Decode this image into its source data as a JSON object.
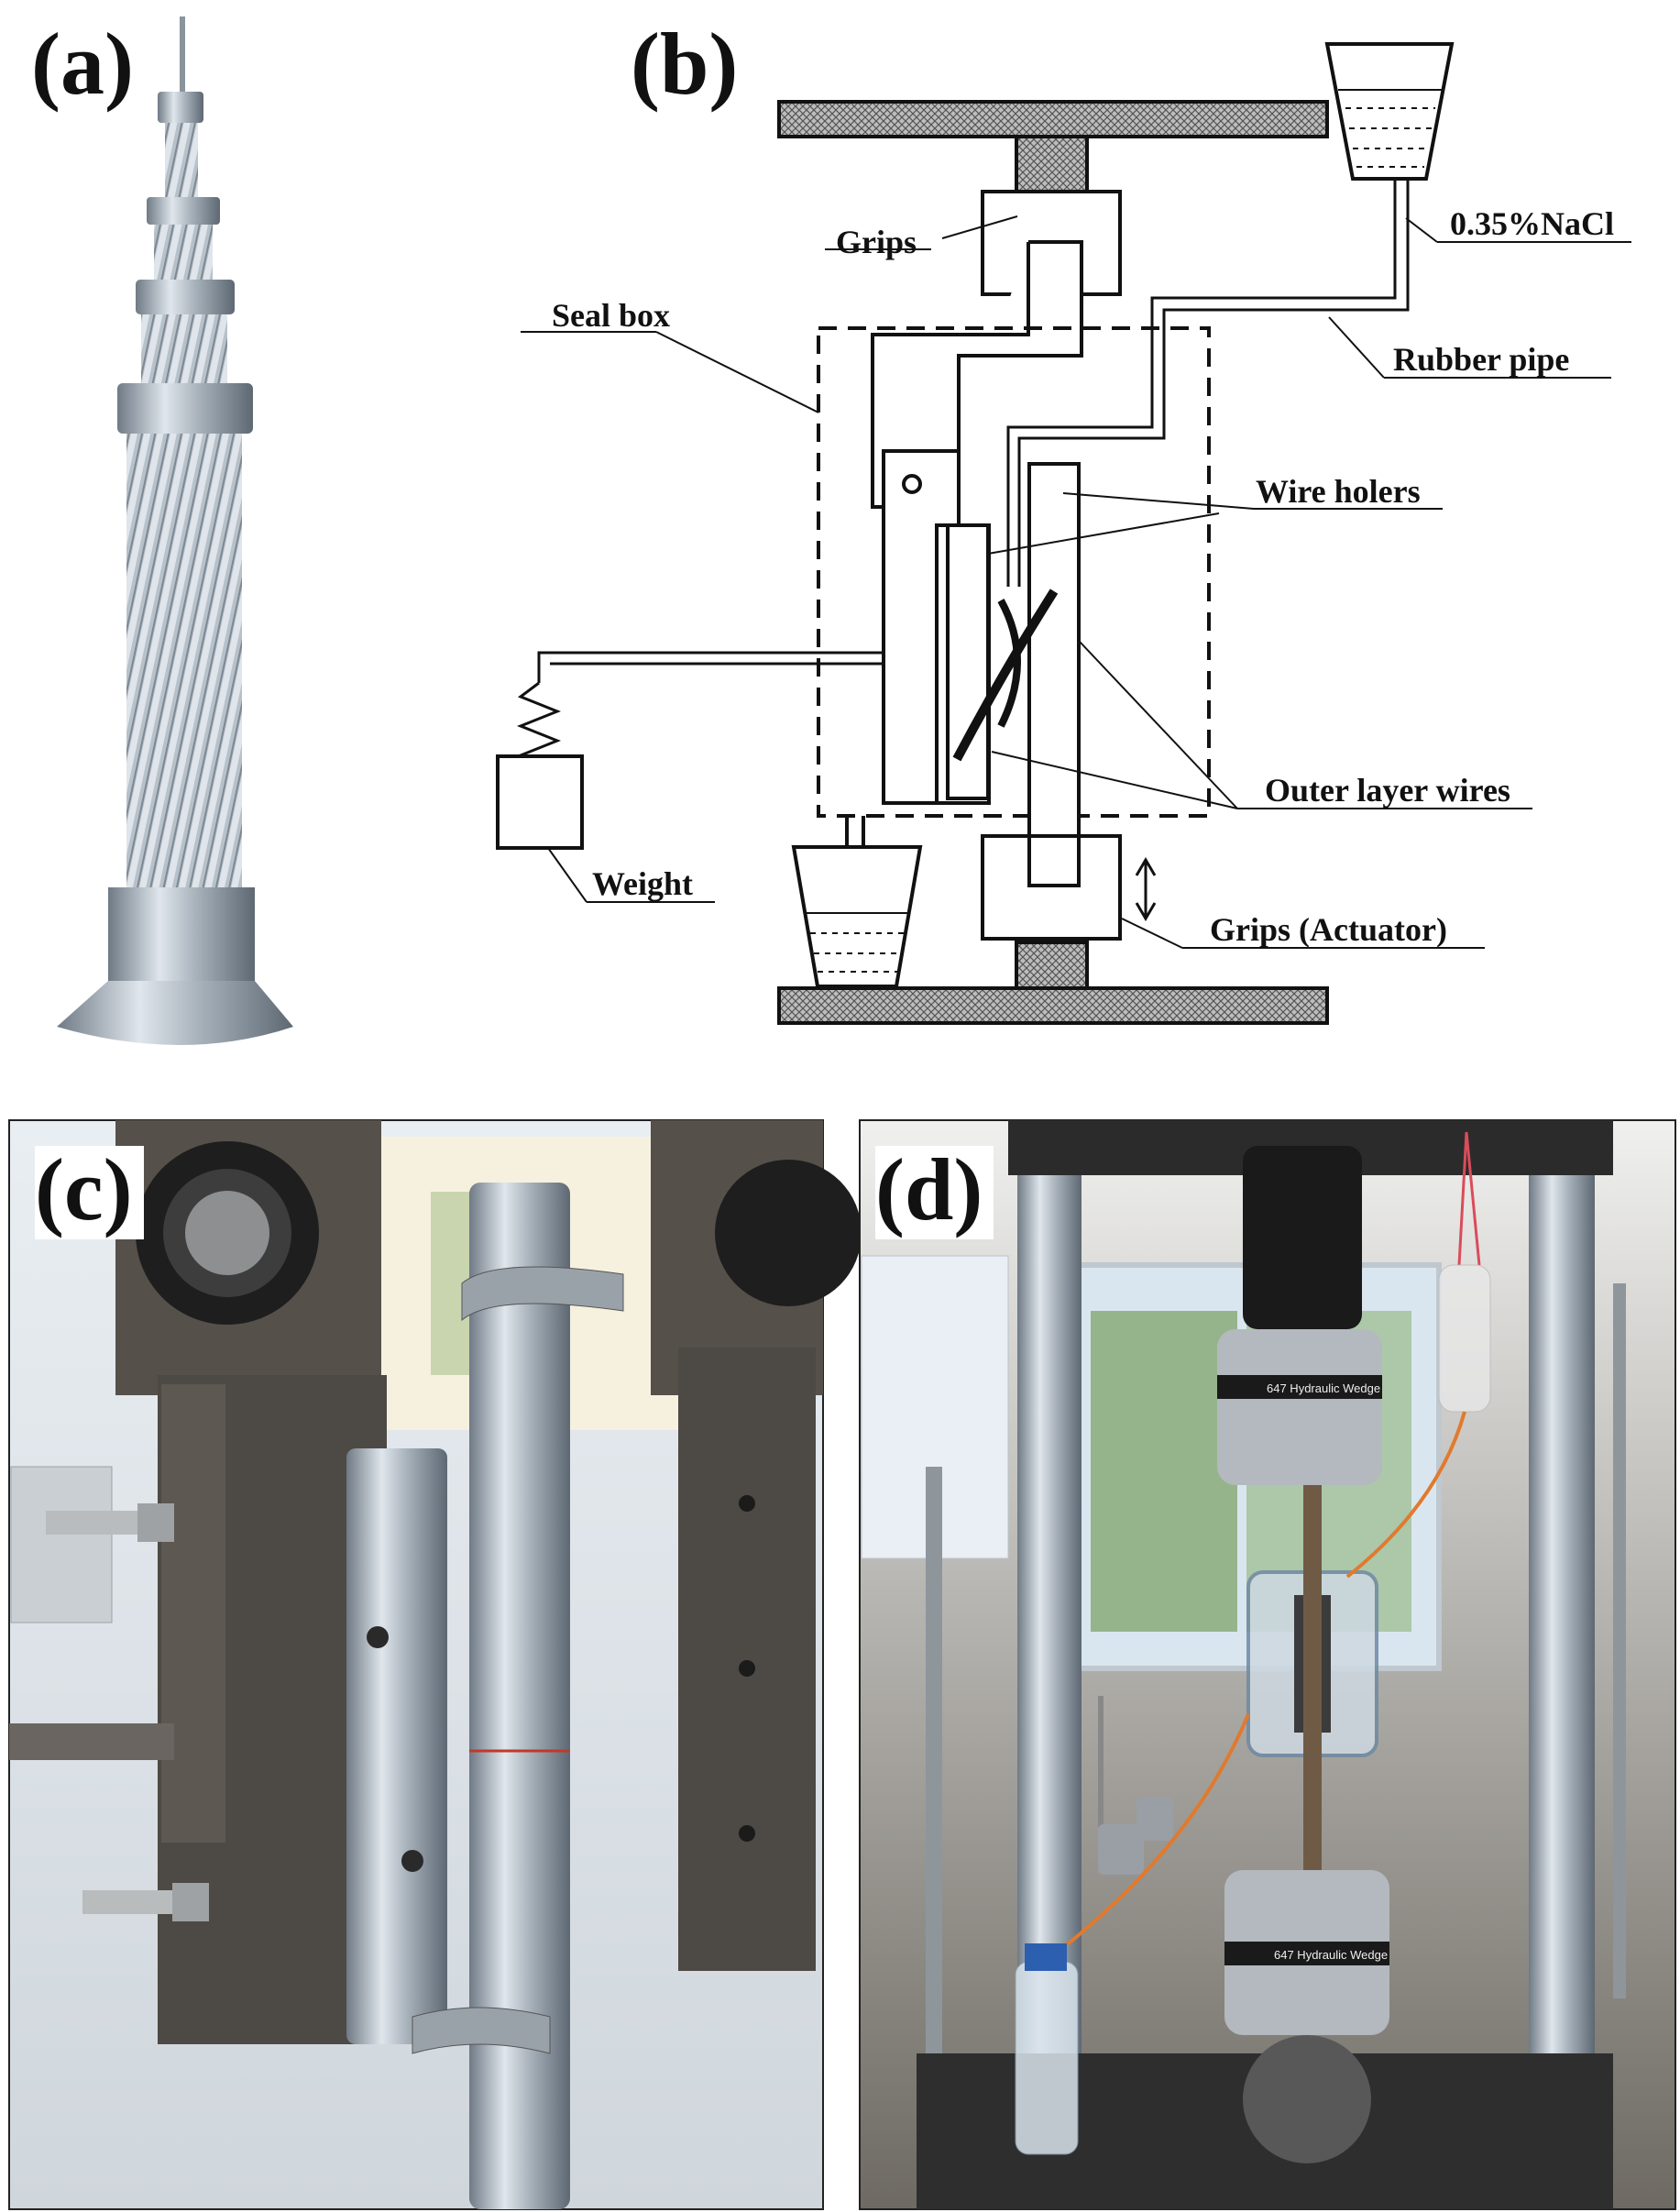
{
  "panels": {
    "a": {
      "label": "(a)"
    },
    "b": {
      "label": "(b)"
    },
    "c": {
      "label": "(c)"
    },
    "d": {
      "label": "(d)"
    }
  },
  "diagram": {
    "grips_top": "Grips",
    "salt_solution": "0.35%NaCl",
    "seal_box": "Seal box",
    "rubber_pipe": "Rubber pipe",
    "wire_holders": "Wire holers",
    "outer_layer_wires": "Outer layer wires",
    "weight": "Weight",
    "grips_actuator": "Grips (Actuator)"
  },
  "photo_d": {
    "machine_text": "647 Hydraulic Wedge"
  }
}
